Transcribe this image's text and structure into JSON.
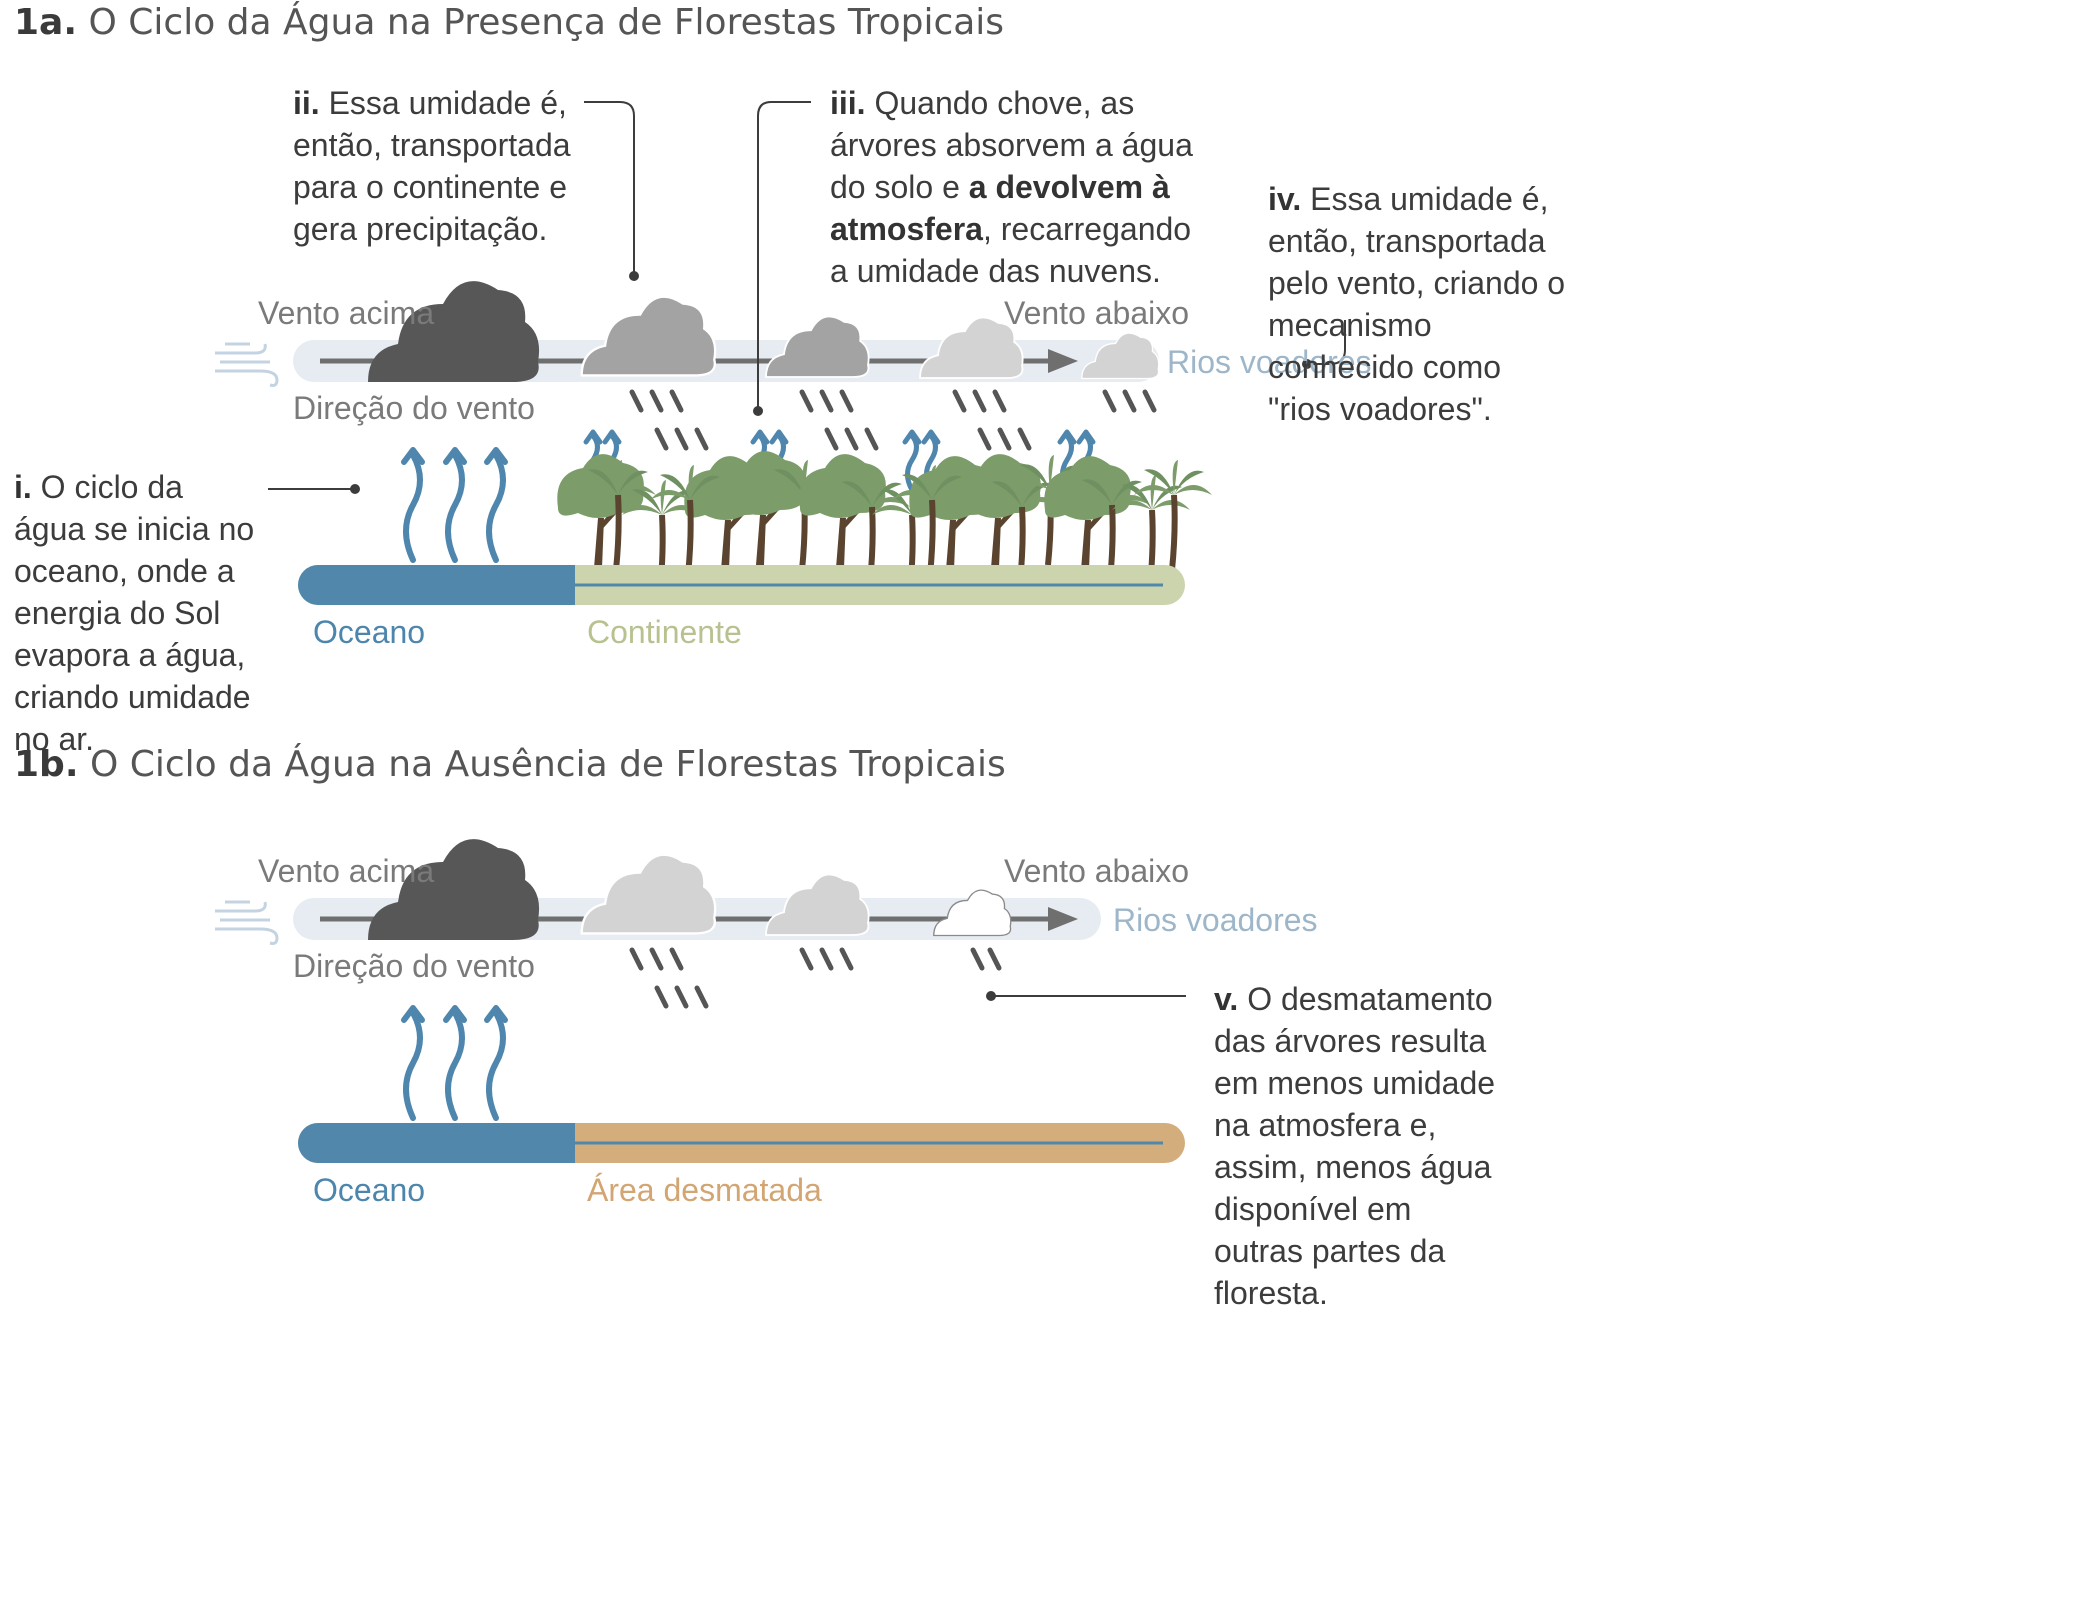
{
  "panel_a": {
    "title_prefix": "1a.",
    "title_text": "O Ciclo da Água na Presença de Florestas Tropicais",
    "wind_up": "Vento acima",
    "wind_down": "Vento abaixo",
    "wind_direction": "Direção do vento",
    "flying_rivers": "Rios voadores",
    "ocean": "Oceano",
    "continent": "Continente",
    "note_i": {
      "num": "i.",
      "text": "O ciclo da água se inicia no oceano, onde a energia do Sol evapora a água, criando umidade no ar."
    },
    "note_ii": {
      "num": "ii.",
      "text": "Essa umidade é, então, transportada para o continente e gera precipitação."
    },
    "note_iii": {
      "num": "iii.",
      "text_before": "Quando chove, as árvores absorvem a água do solo e",
      "text_bold": "a devolvem à atmosfera",
      "text_after": ", recarregando a umidade das nuvens."
    },
    "note_iv": {
      "num": "iv.",
      "text": "Essa umidade é, então, transportada pelo vento, criando o mecanismo conhecido como \"rios voadores\"."
    }
  },
  "panel_b": {
    "title_prefix": "1b.",
    "title_text": "O Ciclo da Água na Ausência de Florestas Tropicais",
    "wind_up": "Vento acima",
    "wind_down": "Vento abaixo",
    "wind_direction": "Direção do vento",
    "flying_rivers": "Rios voadores",
    "ocean": "Oceano",
    "deforested": "Área desmatada",
    "note_v": {
      "num": "v.",
      "text": "O desmatamento das árvores resulta em menos umidade na atmosfera e, assim, menos água disponível em outras partes da floresta."
    }
  },
  "colors": {
    "ocean": "#5087ab",
    "continent": "#cbd4ad",
    "deforested": "#d4ad7c",
    "wind_band": "#e7ecf3",
    "cloud_dark": "#575757",
    "cloud_mid": "#a3a3a3",
    "cloud_light": "#d3d3d3",
    "vapor": "#4f86ad",
    "tree_canopy": "#7c9c6a",
    "tree_trunk": "#5a4430"
  }
}
